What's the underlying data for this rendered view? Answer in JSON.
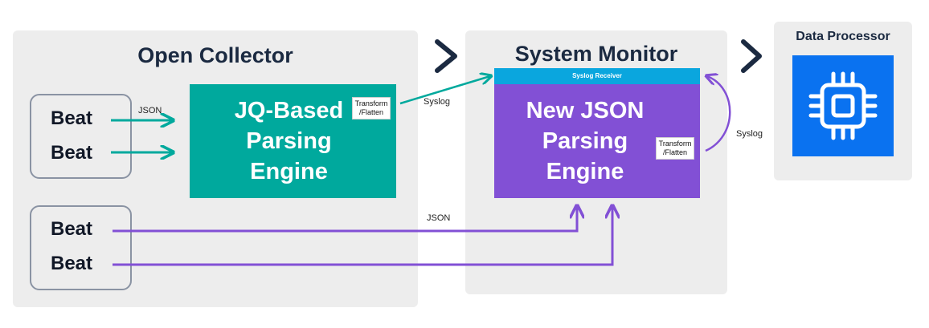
{
  "panels": {
    "open_collector": "Open Collector",
    "system_monitor": "System Monitor",
    "data_processor": "Data Processor"
  },
  "beats": [
    "Beat",
    "Beat",
    "Beat",
    "Beat"
  ],
  "engines": {
    "jq": "JQ-Based\nParsing\nEngine",
    "json": "New JSON\nParsing\nEngine"
  },
  "transform_label": "Transform\n/Flatten",
  "syslog_receiver": "Syslog Receiver",
  "edge_labels": {
    "json_top": "JSON",
    "syslog_mid": "Syslog",
    "syslog_right": "Syslog",
    "json_bottom": "JSON"
  },
  "icons": {
    "flow_chevron": "chevron-right-icon",
    "processor": "cpu-chip-icon"
  },
  "colors": {
    "teal": "#00a99d",
    "purple": "#8250d5",
    "blue_tile": "#0a72f0",
    "receiver": "#0aa6de",
    "panel_bg": "#ededed",
    "dark_text": "#1b2a41"
  }
}
